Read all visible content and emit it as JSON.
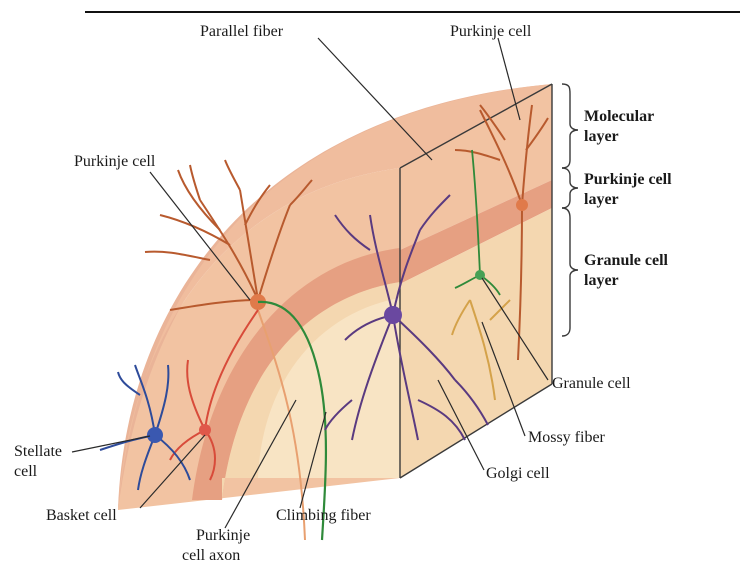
{
  "labels": {
    "parallel_fiber": "Parallel fiber",
    "purkinje_cell_top": "Purkinje cell",
    "purkinje_cell_left": "Purkinje cell",
    "molecular_layer_1": "Molecular",
    "molecular_layer_2": "layer",
    "purkinje_layer_1": "Purkinje cell",
    "purkinje_layer_2": "layer",
    "granule_layer_1": "Granule cell",
    "granule_layer_2": "layer",
    "granule_cell": "Granule cell",
    "mossy_fiber": "Mossy fiber",
    "golgi_cell": "Golgi cell",
    "stellate_cell_1": "Stellate",
    "stellate_cell_2": "cell",
    "basket_cell": "Basket cell",
    "purkinje_axon_1": "Purkinje",
    "purkinje_axon_2": "cell axon",
    "climbing_fiber": "Climbing fiber"
  },
  "colors": {
    "molecular": "#f2c3a2",
    "purkinje_band": "#e9a585",
    "granule": "#f4d7b0",
    "purkinje_neuron": "#c0562a",
    "golgi_neuron": "#5a3a80",
    "stellate_neuron": "#2e4b9a",
    "basket_neuron": "#d84b3a",
    "climbing_fiber": "#2f8a3a",
    "mossy_fiber": "#d4a24a"
  }
}
